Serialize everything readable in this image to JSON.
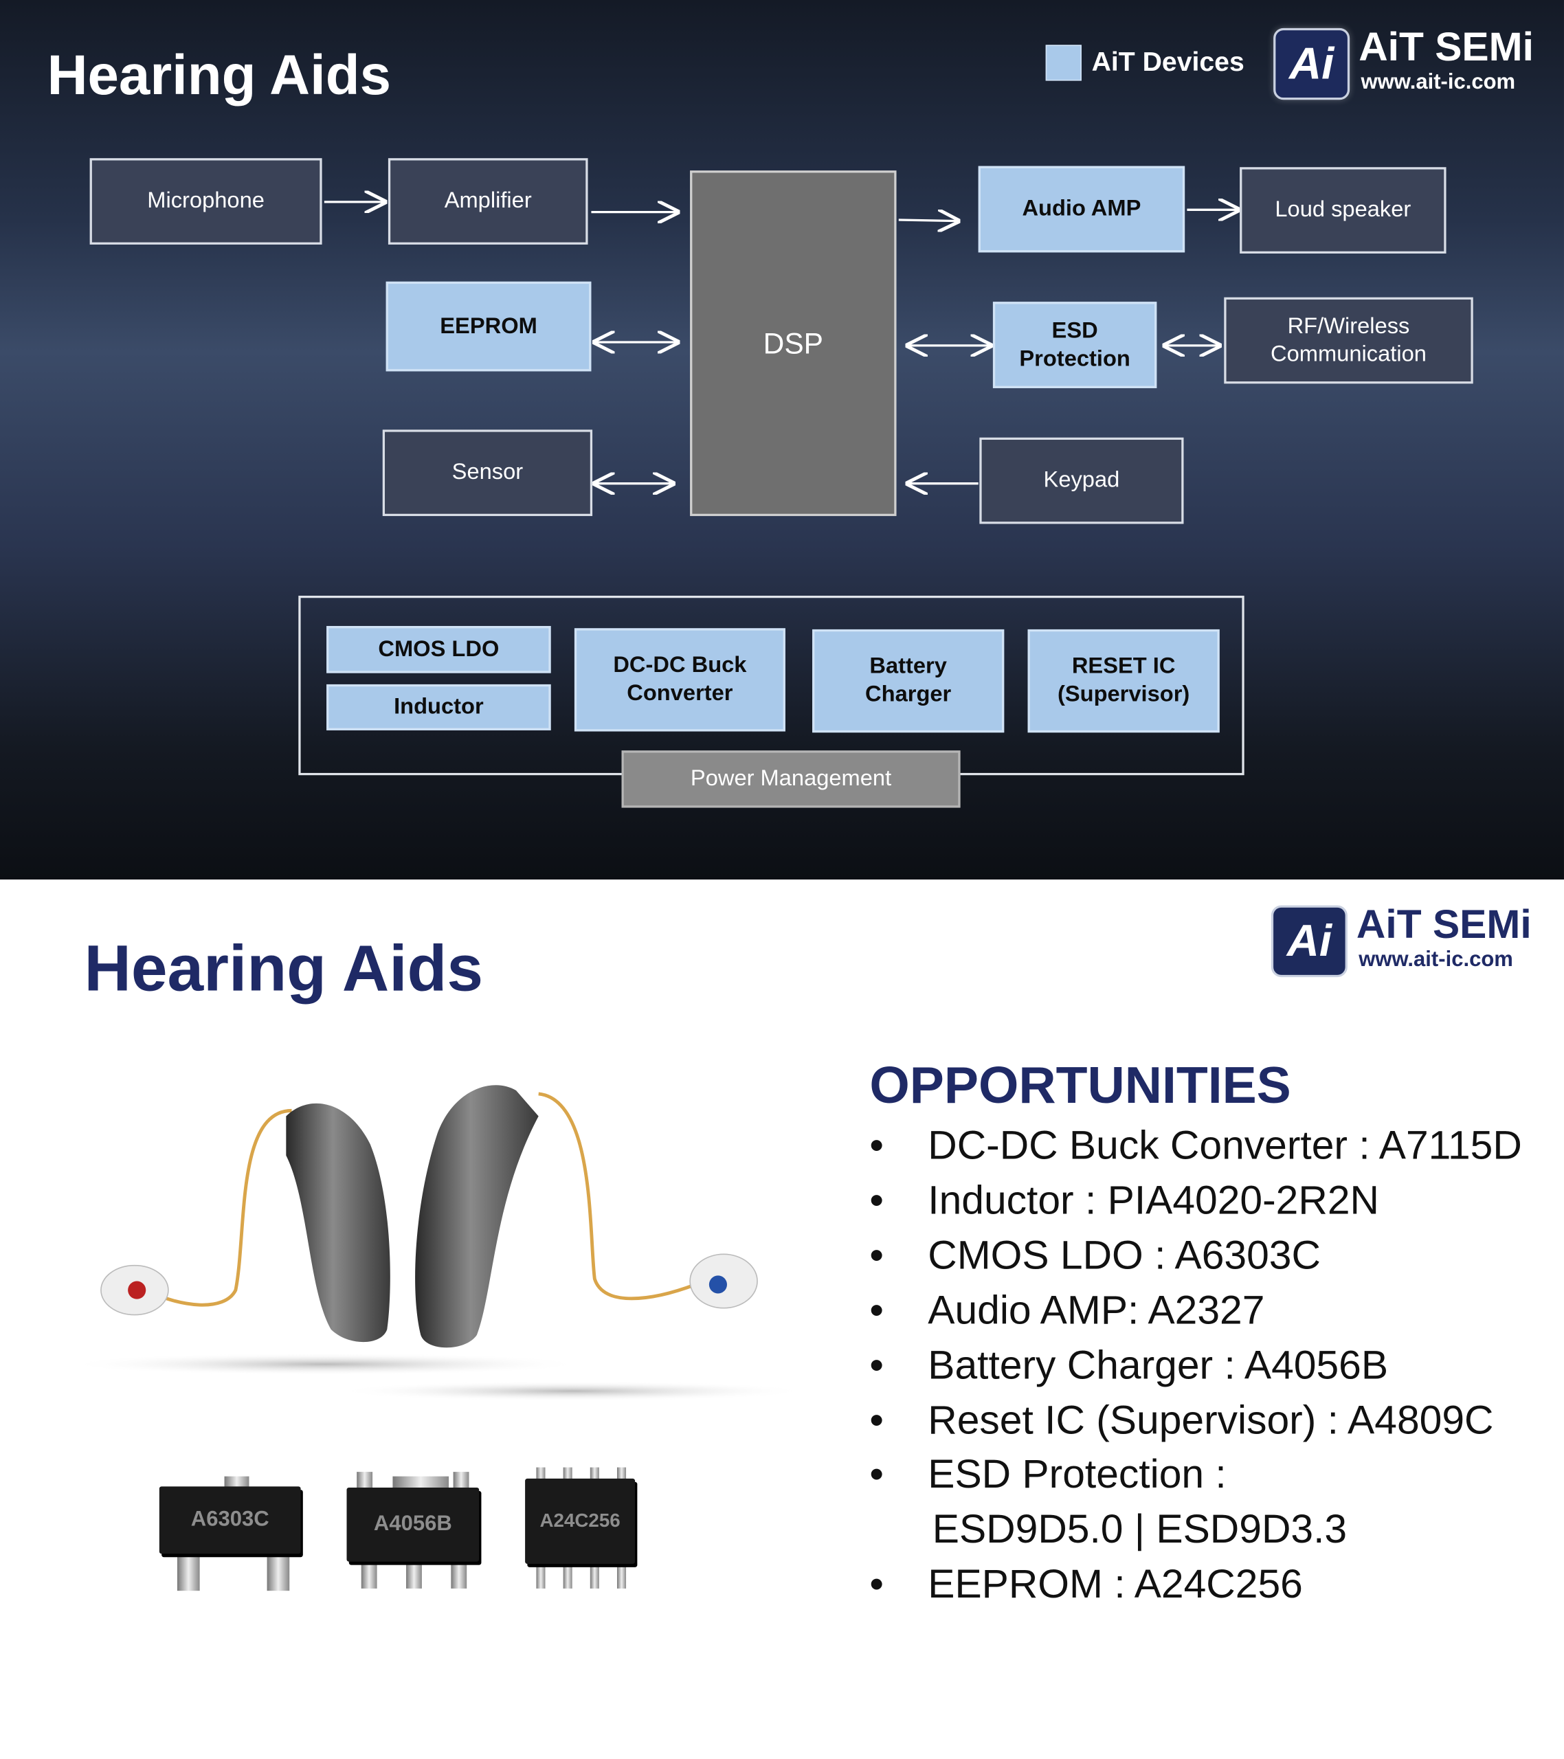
{
  "top": {
    "title": "Hearing Aids",
    "legend": {
      "label": "AiT Devices",
      "color": "#a9c9ea"
    },
    "logo": {
      "name": "AiT SEMi",
      "url": "www.ait-ic.com",
      "mark": "Ai"
    },
    "blocks": {
      "microphone": "Microphone",
      "amplifier": "Amplifier",
      "dsp": "DSP",
      "audio_amp": "Audio AMP",
      "loud_speaker": "Loud speaker",
      "eeprom": "EEPROM",
      "esd_line1": "ESD",
      "esd_line2": "Protection",
      "rf_line1": "RF/Wireless",
      "rf_line2": "Communication",
      "sensor": "Sensor",
      "keypad": "Keypad"
    },
    "power": {
      "cmos_ldo": "CMOS LDO",
      "inductor": "Inductor",
      "dcdc_line1": "DC-DC Buck",
      "dcdc_line2": "Converter",
      "charger_line1": "Battery",
      "charger_line2": "Charger",
      "reset_line1": "RESET IC",
      "reset_line2": "(Supervisor)",
      "label": "Power Management"
    }
  },
  "bottom": {
    "title": "Hearing Aids",
    "logo": {
      "name": "AiT SEMi",
      "url": "www.ait-ic.com",
      "mark": "Ai"
    },
    "chips": [
      "A6303C",
      "A4056B",
      "A24C256"
    ],
    "opportunities": {
      "heading": "OPPORTUNITIES",
      "bullet": "•",
      "items": [
        "DC-DC Buck Converter : A7115D",
        "Inductor : PIA4020-2R2N",
        "CMOS LDO : A6303C",
        "Audio AMP:  A2327",
        "Battery Charger : A4056B",
        "Reset IC (Supervisor) : A4809C",
        "ESD Protection :",
        "EEPROM : A24C256"
      ],
      "continuation": "ESD9D5.0 | ESD9D3.3"
    }
  }
}
